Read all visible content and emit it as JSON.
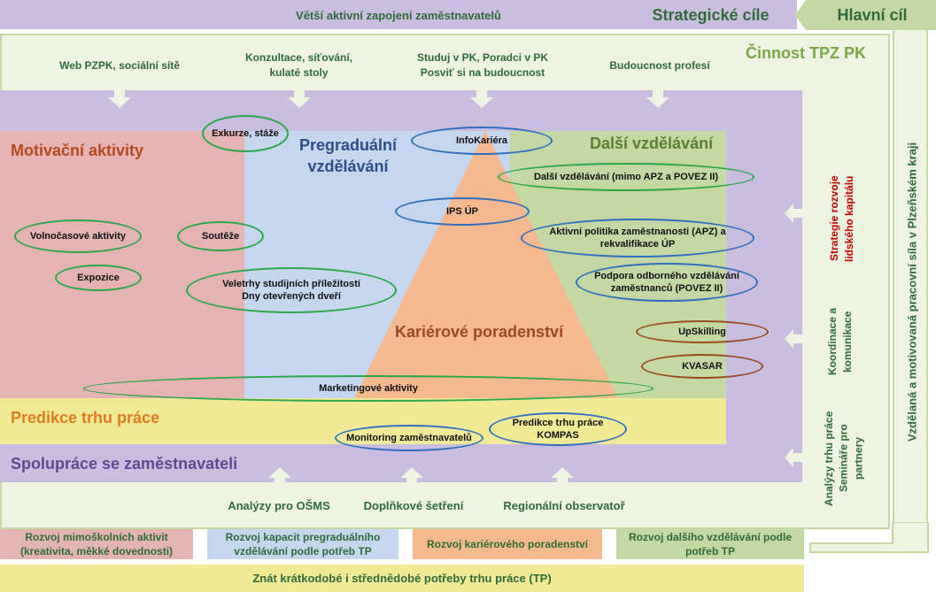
{
  "colors": {
    "light_green": "#eef3e2",
    "purple": "#c9bde0",
    "red_area": "#e5b4b2",
    "blue_area": "#c5d6ef",
    "green_area": "#c3d8a2",
    "orange_triangle": "#f6b98f",
    "yellow": "#f0ea97",
    "strategic_green": "#2f6b3a",
    "activity_green": "#7aa646",
    "motivation_brown": "#b24a1b",
    "pregraduate_blue": "#2f4d8a",
    "further_green": "#5e7d38",
    "career_brown": "#9c4a22",
    "prediction_orange": "#e07b20",
    "cooperation_purple": "#5e4892",
    "strategy_red": "#c00000"
  },
  "header": {
    "top_banner": "Větší aktivní zapojení zaměstnavatelů",
    "strategic_goals": "Strategické cíle",
    "main_goal": "Hlavní cíl"
  },
  "activity": {
    "title": "Činnost TPZ PK",
    "items": [
      "Web PZPK, sociální sítě",
      "Konzultace, síťování,\nkulaté stoly",
      "Studuj v PK, Poradci v PK\nPosviť si na budoucnost",
      "Budoucnost profesí"
    ]
  },
  "areas": {
    "motivation": "Motivační aktivity",
    "pregraduate": "Pregraduální\nvzdělávání",
    "further": "Další vzdělávání",
    "career": "Kariérové poradenství",
    "prediction": "Predikce trhu práce",
    "cooperation": "Spolupráce se zaměstnavateli"
  },
  "ovals": {
    "excursions": "Exkurze, stáže",
    "infokariera": "InfoKariéra",
    "further_outside": "Další vzdělávání (mimo APZ a POVEZ II)",
    "ips_up": "IPS ÚP",
    "leisure": "Volnočasové aktivity",
    "competitions": "Soutěže",
    "apz": "Aktivní politika zaměstnanosti (APZ) a\nrekvalifikace ÚP",
    "exposition": "Expozice",
    "fairs": "Veletrhy studijních příležitostí\nDny otevřených dveří",
    "povez": "Podpora odborného vzdělávání\nzaměstnanců (POVEZ II)",
    "upskilling": "UpSkilling",
    "kvasar": "KVASAR",
    "marketing": "Marketingové aktivity",
    "monitoring": "Monitoring zaměstnavatelů",
    "kompas": "Predikce trhu práce\nKOMPAS"
  },
  "right_labels": {
    "strategy": "Strategie rozvoje\nlidského kapitálu",
    "coordination": "Koordinace a\nkomunikace",
    "analysis": "Analýzy trhu práce\nSemináře pro\npartnery",
    "main_goal_text": "Vzdělaná a motivovaná pracovní síla v Plzeňském kraji"
  },
  "bottom": {
    "analyses": "Analýzy pro OŠMS",
    "survey": "Doplňkové šetření",
    "observatory": "Regionální observatoř",
    "box1": "Rozvoj mimoškolních aktivit\n(kreativita, měkké dovednosti)",
    "box2": "Rozvoj kapacit pregraduálního\nvzdělávání podle potřeb TP",
    "box3": "Rozvoj kariérového poradenství",
    "box4": "Rozvoj dalšího vzdělávání podle\npotřeb TP",
    "footer": "Znát krátkodobé i střednědobé potřeby trhu práce (TP)"
  }
}
